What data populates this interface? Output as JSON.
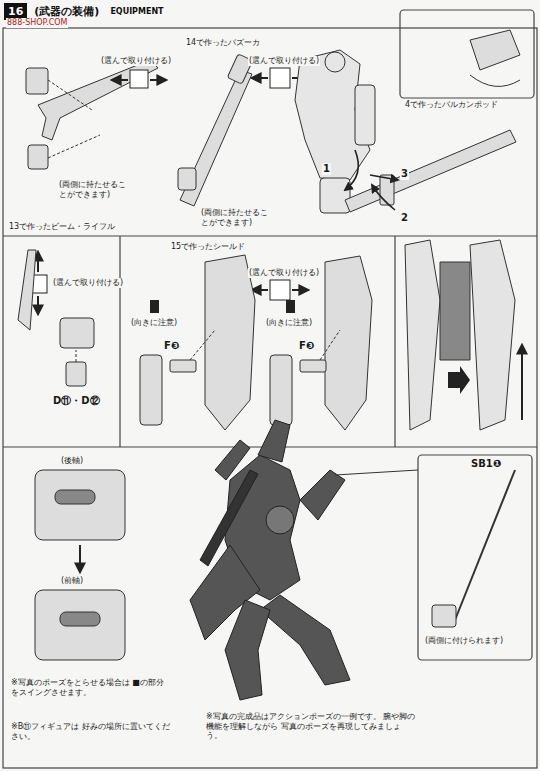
{
  "diagram": {
    "nodes": [
      {
        "text": [
          "16",
          "(武器の装備)",
          "EQUIPMENT"
        ]
      }
    ],
    "labels": [
      "888-SHOP.COM",
      "14で作ったバズーカ",
      "(選んで取り付ける)",
      "(選んで取り付ける)",
      "4で作ったバルカンポッド",
      "(両側に持たせることができます)",
      "(両側に持たせることができます)",
      "13で作ったビーム・ライフル",
      "(選んで取り付ける)",
      "1",
      "2",
      "3",
      "15で作ったシールド",
      "(選んで取り付ける)",
      "(向きに注意)",
      "F❸",
      "(向きに注意)",
      "F❸",
      "D⑪・D⑫",
      "(後軸)",
      "(前軸)",
      "SB1❶",
      "(両側に付けられます)",
      "※写真のポーズをとらせる場合は ■の部分をスイングさせます。",
      "※B⑪フィギュアは 好みの場所に置いてください。",
      "※写真の完成品はアクションポーズの一例です。 腕や脚の機能を理解しながら 写真のポーズを再現してみましょう。"
    ]
  }
}
